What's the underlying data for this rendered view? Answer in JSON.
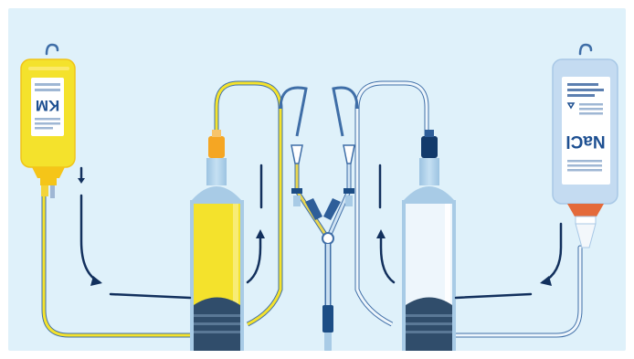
{
  "colors": {
    "background": "#dff1fa",
    "contrast_yellow": "#f4e22c",
    "contrast_yellow_light": "#fbe96a",
    "saline_blue": "#c4dbf1",
    "tube_outline": "#3f6ea7",
    "arrow_navy": "#12305d",
    "plunger_navy": "#304d6b",
    "syringe_blue": "#a8cbe6",
    "connector_orange": "#f5a623",
    "connector_navy": "#123a6b",
    "label_white": "#ffffff"
  },
  "bags": {
    "left": {
      "label": "KM",
      "color": "contrast_yellow",
      "label_orientation": "upside-down"
    },
    "right": {
      "label": "NaCl",
      "color": "saline_blue",
      "label_orientation": "upside-down"
    }
  },
  "syringes": {
    "left": {
      "fill": "contrast_yellow",
      "connector": "connector_orange"
    },
    "right": {
      "fill": "label_white",
      "connector": "connector_navy"
    }
  },
  "arrows": [
    {
      "name": "left-bag-down-arrow",
      "direction": "down"
    },
    {
      "name": "left-flow-arrow",
      "direction": "down-right"
    },
    {
      "name": "left-syringe-up-arrow",
      "direction": "up"
    },
    {
      "name": "right-syringe-up-arrow",
      "direction": "up"
    },
    {
      "name": "right-flow-arrow",
      "direction": "down-left"
    }
  ],
  "icons": [
    "hanger-icon",
    "syringe-icon",
    "y-connector-icon",
    "arrow-icon"
  ]
}
